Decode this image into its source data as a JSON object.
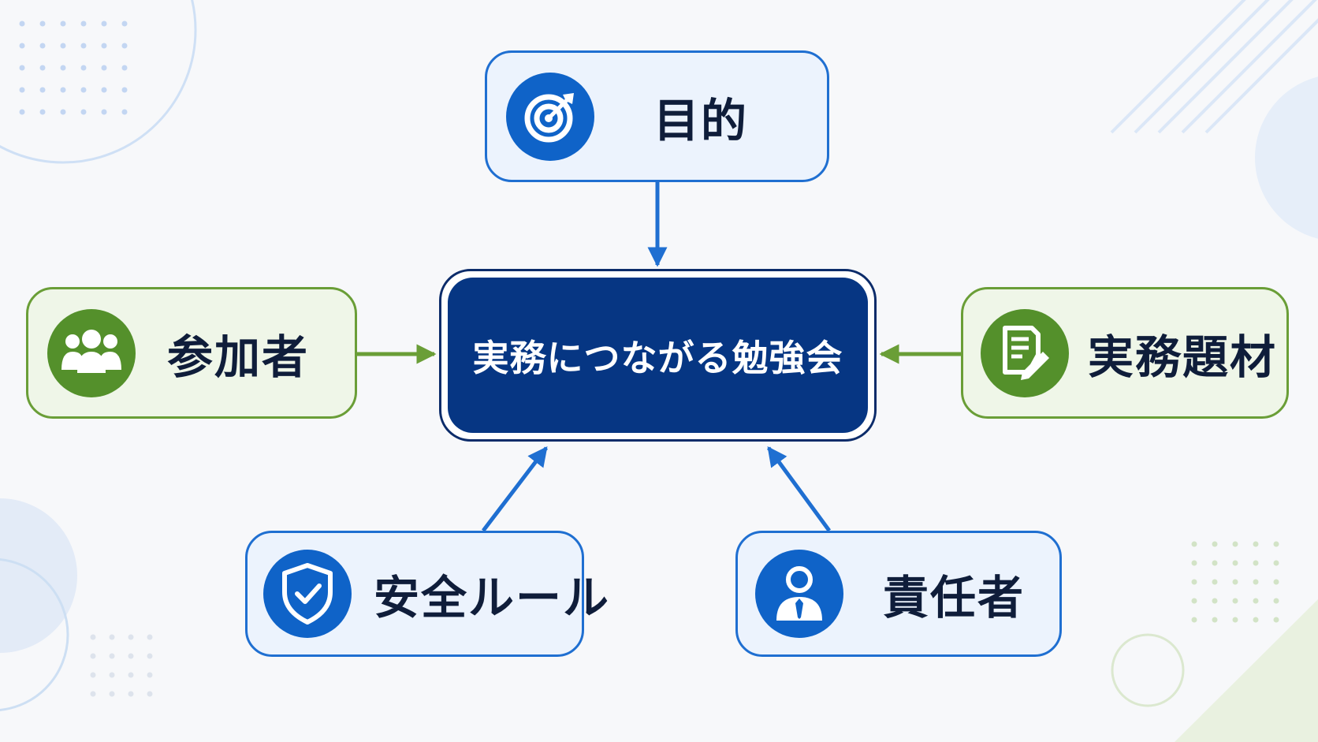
{
  "colors": {
    "background": "#f7f8fa",
    "center_fill": "#063683",
    "blue_accent": "#1f6fd1",
    "blue_icon": "#0f63c8",
    "green_accent": "#6a9e37",
    "green_icon": "#54902b",
    "blue_box_fill": "#ecf3fd",
    "green_box_fill": "#eff6e8",
    "label_text": "#0f1d3a"
  },
  "center": {
    "label": "実務につながる勉強会"
  },
  "nodes": {
    "purpose": {
      "label": "目的",
      "icon": "target-icon",
      "color": "blue"
    },
    "participants": {
      "label": "参加者",
      "icon": "people-group-icon",
      "color": "green"
    },
    "materials": {
      "label": "実務題材",
      "icon": "document-edit-icon",
      "color": "green"
    },
    "safety": {
      "label": "安全ルール",
      "icon": "shield-check-icon",
      "color": "blue"
    },
    "responsible": {
      "label": "責任者",
      "icon": "person-tie-icon",
      "color": "blue"
    }
  }
}
